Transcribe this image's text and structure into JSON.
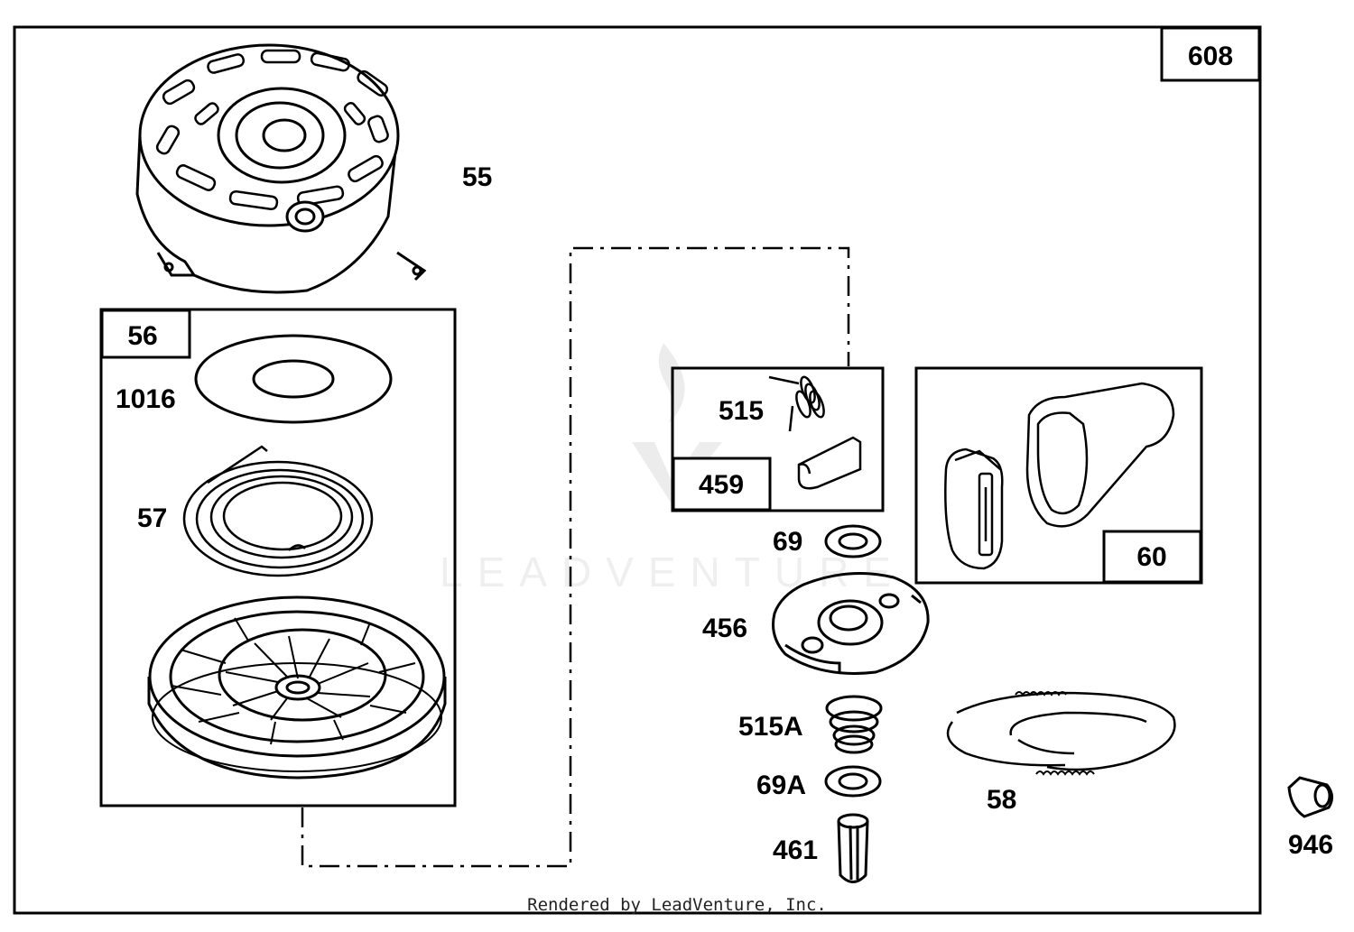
{
  "diagram": {
    "assembly_number": "608",
    "watermark": "LEADVENTURE",
    "footer": "Rendered by LeadVenture, Inc.",
    "parts": {
      "p55": "55",
      "p56": "56",
      "p1016": "1016",
      "p57": "57",
      "p515": "515",
      "p459": "459",
      "p60": "60",
      "p69": "69",
      "p456": "456",
      "p515a": "515A",
      "p69a": "69A",
      "p461": "461",
      "p58": "58",
      "p946": "946"
    }
  }
}
